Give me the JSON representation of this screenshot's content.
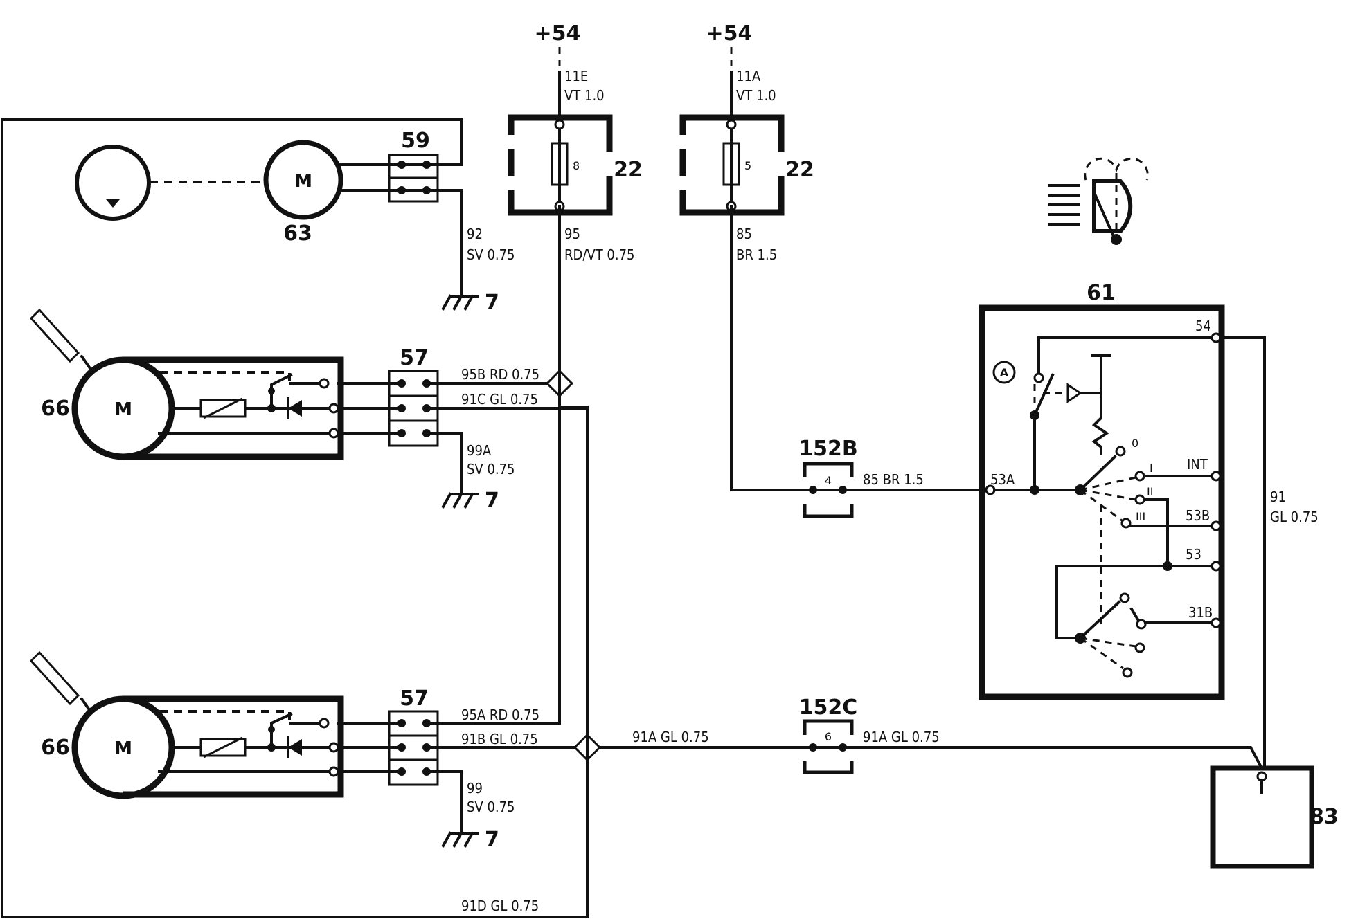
{
  "components": {
    "c59": "59",
    "c63": "63",
    "c57a": "57",
    "c57b": "57",
    "c66a": "66",
    "c66b": "66",
    "c22a": "22",
    "c22b": "22",
    "c61": "61",
    "c83": "83",
    "c152b": "152B",
    "c152c": "152C",
    "gnd1": "7",
    "gnd2": "7",
    "gnd3": "7",
    "motor": "M",
    "fuse_a": "8",
    "fuse_b": "5",
    "conn_152b": "4",
    "conn_152c": "6",
    "marker_a": "A"
  },
  "supply": {
    "left": "+54",
    "right": "+54"
  },
  "wires": {
    "w11e_id": "11E",
    "w11e_spec": "VT 1.0",
    "w11a_id": "11A",
    "w11a_spec": "VT  1.0",
    "w95_id": "95",
    "w95_spec": "RD/VT 0.75",
    "w85_id": "85",
    "w85_spec": "BR 1.5",
    "w92_id": "92",
    "w92_spec": "SV  0.75",
    "w99a_id": "99A",
    "w99a_spec": "SV 0.75",
    "w99_id": "99",
    "w99_spec": "SV 0.75",
    "w95b": "95B  RD  0.75",
    "w91c": "91C  GL  0.75",
    "w95a": "95A  RD  0.75",
    "w91b": "91B  GL  0.75",
    "w91a_mid": "91A  GL 0.75",
    "w91a_right": "91A  GL  0.75",
    "w91d": "91D  GL  0.75",
    "w85_h": "85  BR  1.5",
    "w91_id": "91",
    "w91_spec": "GL  0.75"
  },
  "switch61": {
    "t54": "54",
    "t53a": "53A",
    "tint": "INT",
    "t53b": "53B",
    "t53": "53",
    "t31b": "31B",
    "p0": "0",
    "p1": "I",
    "p2": "II",
    "p3": "III"
  }
}
